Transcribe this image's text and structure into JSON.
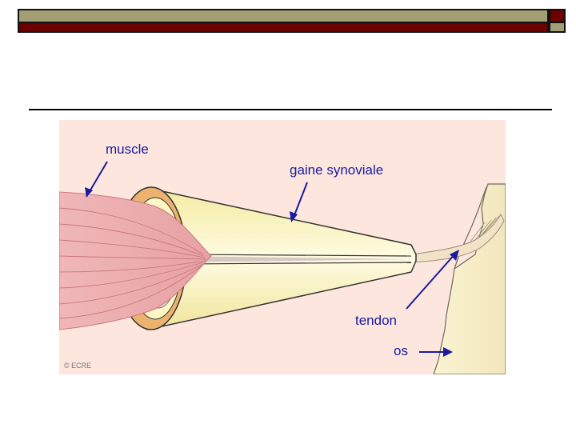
{
  "labels": {
    "muscle": "muscle",
    "sheath": "gaine synoviale",
    "tendon": "tendon",
    "bone": "os",
    "copyright": "© ECRE"
  },
  "colors": {
    "header_olive": "#a39e73",
    "header_maroon": "#6b0000",
    "figure_bg": "#fce6dd",
    "label_blue": "#1a1aa0"
  }
}
